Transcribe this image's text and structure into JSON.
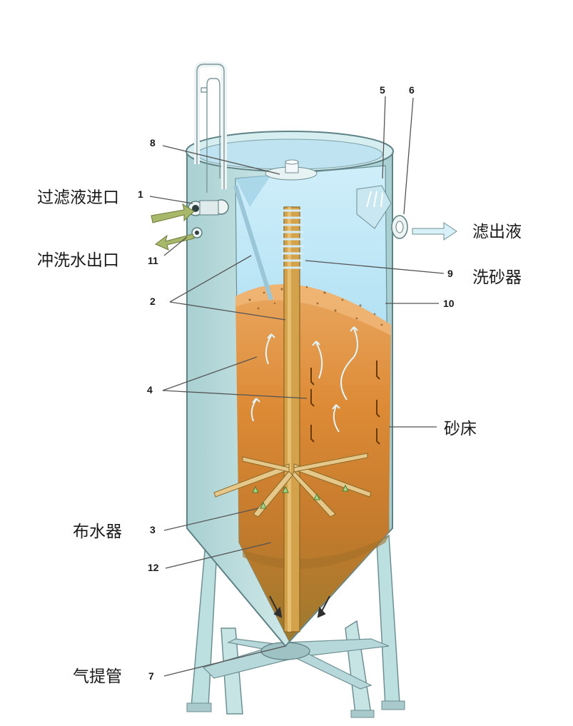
{
  "labels": {
    "inlet": "过滤液进口",
    "backwash_outlet": "冲洗水出口",
    "filtrate": "滤出液",
    "sand_washer": "洗砂器",
    "sand_bed": "砂床",
    "distributor": "布水器",
    "airlift": "气提管"
  },
  "numbers": {
    "n1": "1",
    "n2": "2",
    "n3": "3",
    "n4": "4",
    "n5": "5",
    "n6": "6",
    "n7": "7",
    "n8": "8",
    "n9": "9",
    "n10": "10",
    "n11": "11",
    "n12": "12"
  },
  "colors": {
    "tank_shell": "#bfe0e0",
    "water": "#8fd3ec",
    "sand_top": "#e7a25a",
    "sand_mid": "#d9822e",
    "sand_low": "#b87a2e",
    "pipe": "#f0f4f4",
    "arrow_green": "#a8b86a",
    "flow_arrow": "#d8f0f8"
  }
}
